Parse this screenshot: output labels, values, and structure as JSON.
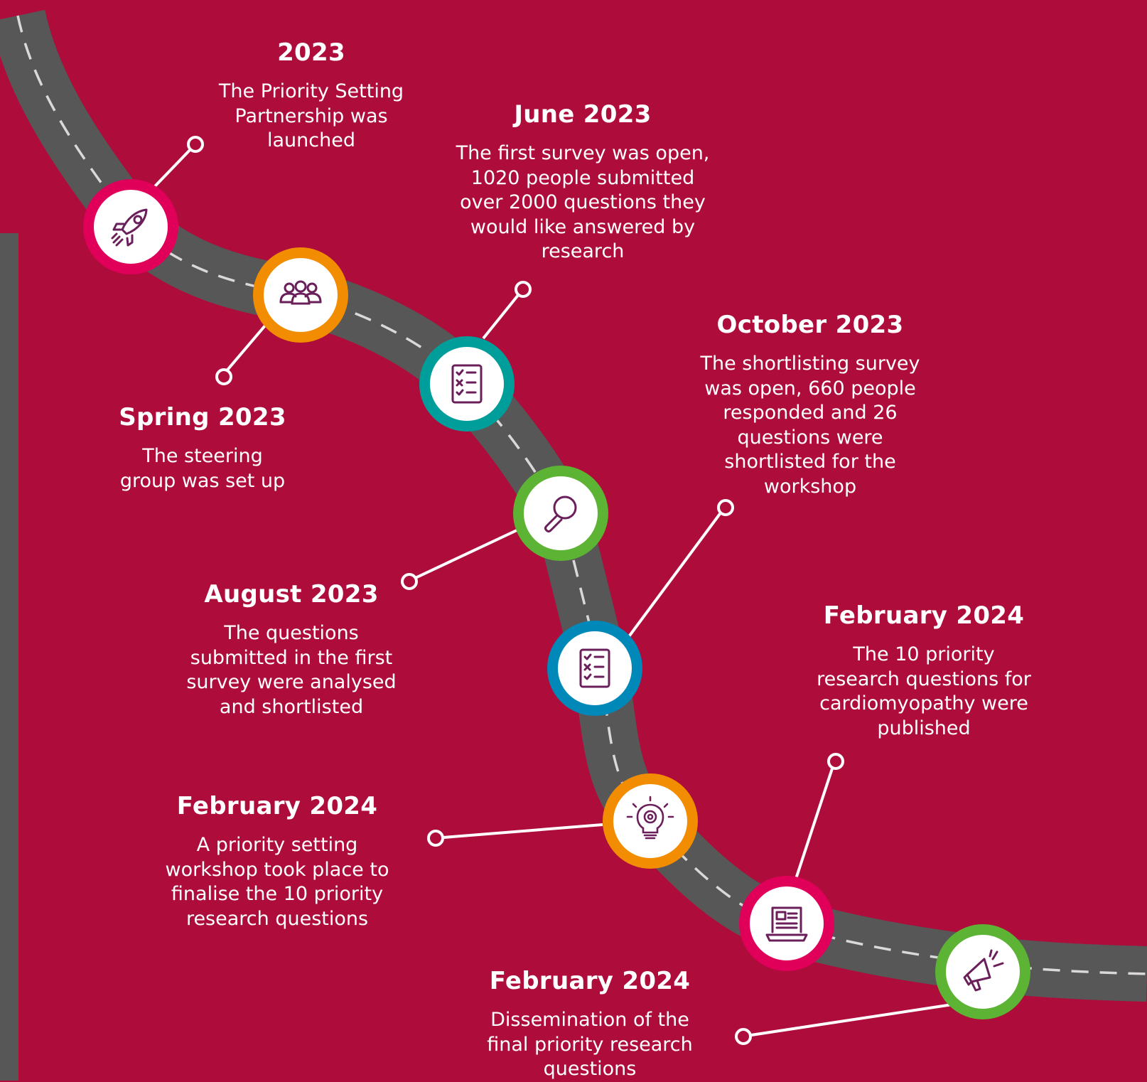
{
  "colors": {
    "background": "#AE0C3B",
    "road": "#575757",
    "pink": "#E0005A",
    "orange": "#F28C00",
    "teal": "#009E9A",
    "green": "#5DB333",
    "blue": "#0088B9",
    "icon": "#6A1F5B"
  },
  "milestones": [
    {
      "date": "2023",
      "text": "The Priority Setting Partnership was launched",
      "icon": "rocket-icon"
    },
    {
      "date": "Spring 2023",
      "text": "The steering group was set up",
      "icon": "group-icon"
    },
    {
      "date": "June 2023",
      "text": "The first survey was open, 1020 people submitted over 2000 questions they would like answered by research",
      "icon": "checklist-icon"
    },
    {
      "date": "August 2023",
      "text": "The questions submitted in the first survey were analysed and shortlisted",
      "icon": "magnifier-icon"
    },
    {
      "date": "October 2023",
      "text": "The shortlisting survey was open, 660 people responded and 26 questions were shortlisted for the workshop",
      "icon": "checklist-icon"
    },
    {
      "date": "February 2024",
      "text": "A priority setting workshop took place to finalise the 10 priority research questions",
      "icon": "lightbulb-gear-icon"
    },
    {
      "date": "February 2024",
      "text": "The 10 priority research questions for cardiomyopathy were published",
      "icon": "laptop-document-icon"
    },
    {
      "date": "February 2024",
      "text": "Dissemination of the final priority research questions",
      "icon": "megaphone-icon"
    }
  ]
}
